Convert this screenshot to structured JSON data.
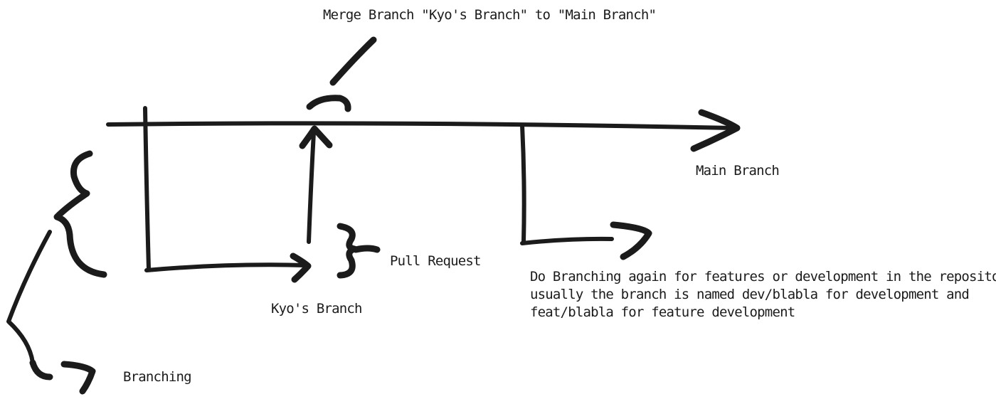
{
  "labels": {
    "merge": "Merge Branch \"Kyo's Branch\" to \"Main Branch\"",
    "main_branch": "Main Branch",
    "pull_request": "Pull Request",
    "kyos_branch": "Kyo's Branch",
    "branching": "Branching",
    "branching_again": [
      "Do Branching again for features or development in the repository,",
      "usually the branch is named dev/blabla for development and",
      "feat/blabla for feature development"
    ]
  },
  "colors": {
    "ink": "#1b1b1b",
    "background": "#ffffff"
  }
}
